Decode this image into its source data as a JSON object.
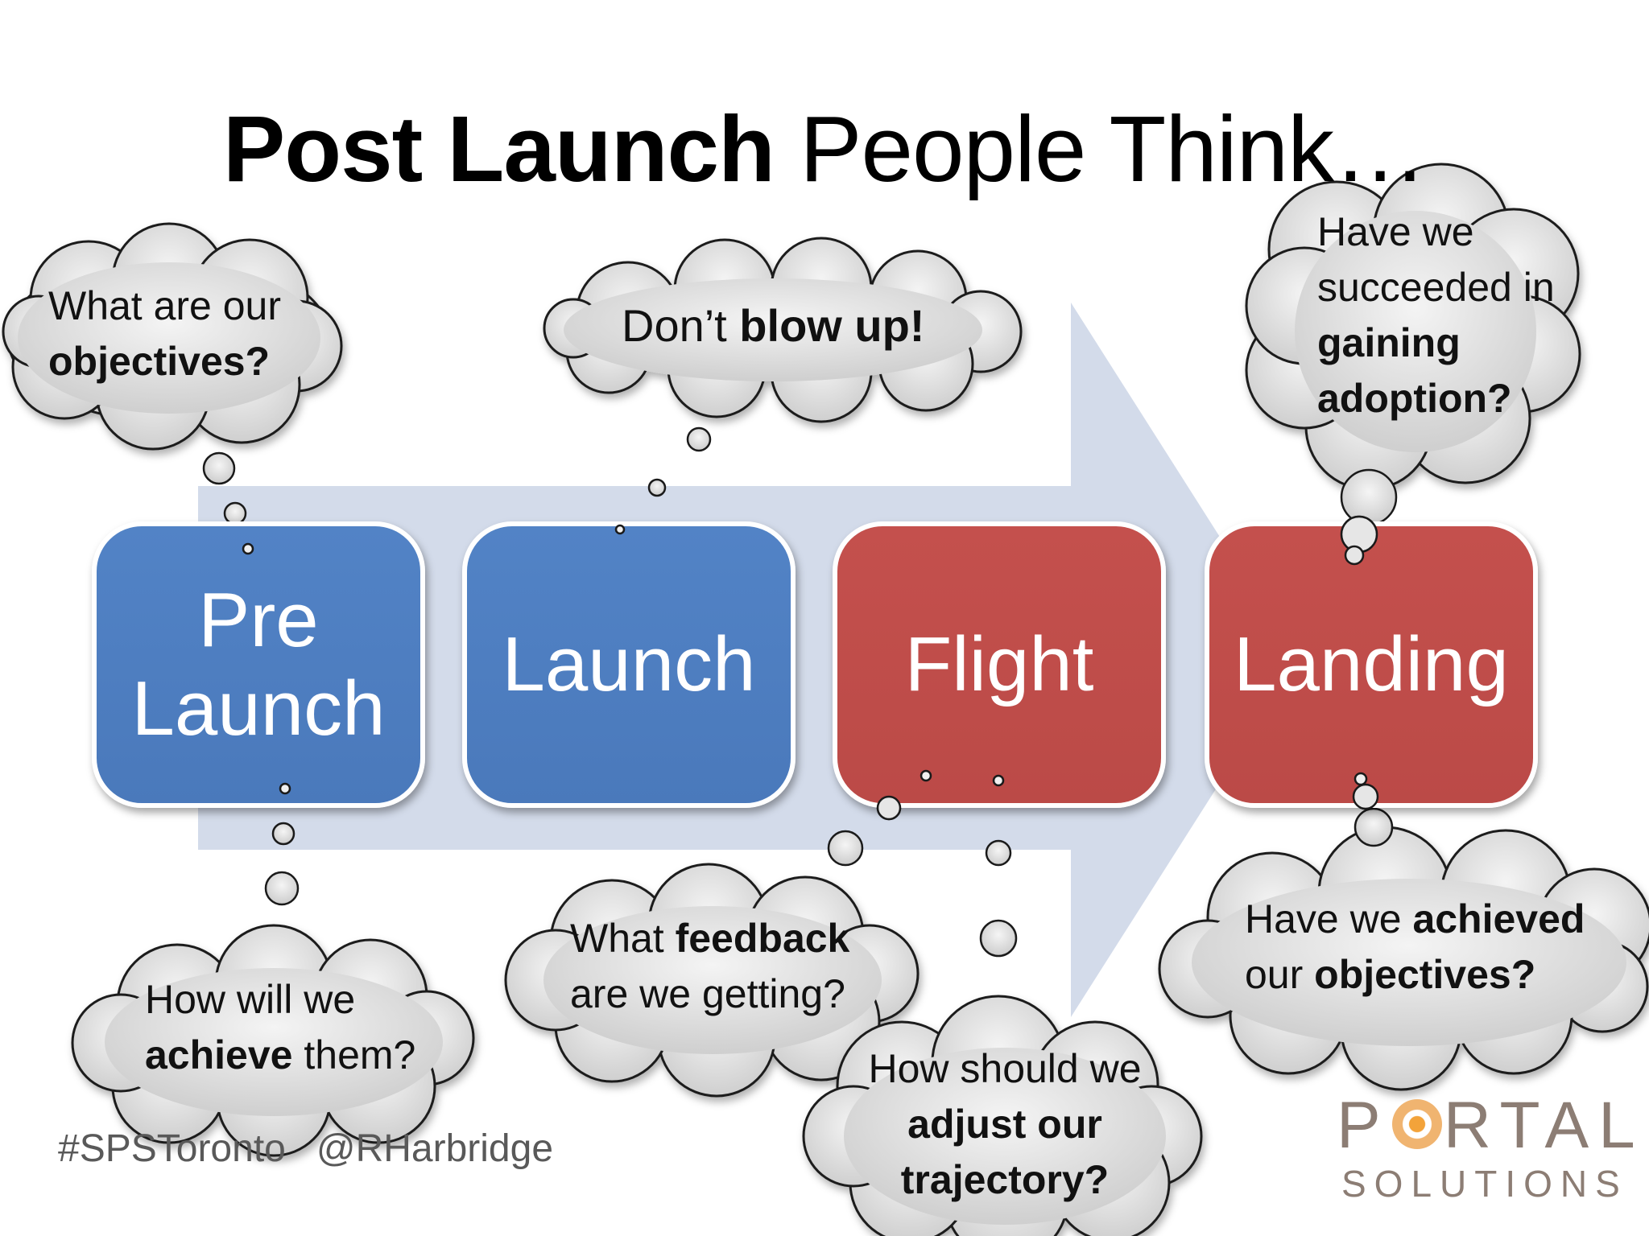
{
  "title": {
    "bold": "Post Launch",
    "normal": " People Think…"
  },
  "stages": [
    {
      "line1": "Pre",
      "line2": "Launch",
      "color": "#4f81bd"
    },
    {
      "line1": "Launch",
      "line2": "",
      "color": "#4f81bd"
    },
    {
      "line1": "Flight",
      "line2": "",
      "color": "#c0504d"
    },
    {
      "line1": "Landing",
      "line2": "",
      "color": "#c0504d"
    }
  ],
  "clouds": {
    "objectives": {
      "l1a": "What are our",
      "l2b": "objectives?"
    },
    "blowup": {
      "a": "Don’t ",
      "b": "blow up!"
    },
    "succeeded": {
      "l1": "Have we",
      "l2": "succeeded in",
      "l3": "gaining",
      "l4": "adoption?"
    },
    "achieve": {
      "l1": "How will we",
      "l2b": "achieve",
      "l2n": " them?"
    },
    "feedback": {
      "l1a": "What ",
      "l1b": "feedback",
      "l2": "are we getting?"
    },
    "adjust": {
      "l1": "How should we",
      "l2": "adjust our",
      "l3": "trajectory?"
    },
    "achieved": {
      "l1a": "Have we ",
      "l1b": "achieved",
      "l2a": "our ",
      "l2b": "objectives?"
    }
  },
  "footer": {
    "hashtag": "#SPSToronto",
    "handle": "@RHarbridge"
  },
  "logo": {
    "top_p": "P",
    "top_rest": "RTAL",
    "bottom": "SOLUTIONS"
  },
  "colors": {
    "arrow": "#d3dbea",
    "cloud_fill": "#e6e6e6",
    "blue": "#4f81bd",
    "red": "#c0504d"
  }
}
